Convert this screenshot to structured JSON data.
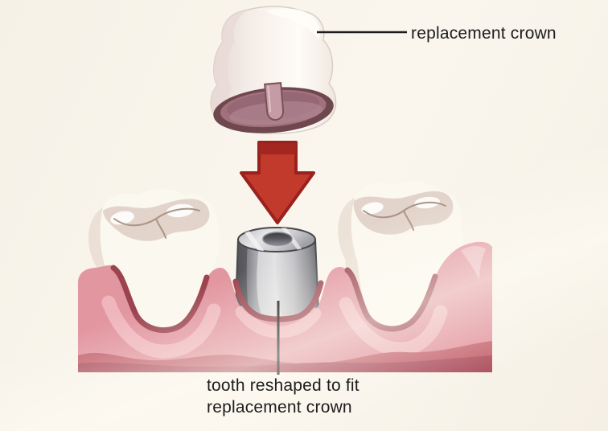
{
  "labels": {
    "crown_label": "replacement crown",
    "post_label_line1": "tooth reshaped to fit",
    "post_label_line2": "replacement crown"
  },
  "colors": {
    "background": "#f8f4ea",
    "text": "#1d1d1d",
    "leader_line": "#1c1c1c",
    "arrow_red": "#c13a2c",
    "arrow_dark_red": "#9a211e",
    "gum_base": "#e296a0",
    "gum_highlight": "#f1bdc2",
    "gum_shadow_wave": "#c4646f",
    "gum_dark_band": "#ad5160",
    "socket_rim": "#9b434e",
    "tooth_fill": "#fbf8f0",
    "tooth_shading": "#e0d2c8",
    "crown_interior": "#a1717c",
    "crown_interior_rim": "#6f474e",
    "metal_light": "#dcdcde",
    "metal_dark": "#54545a"
  }
}
